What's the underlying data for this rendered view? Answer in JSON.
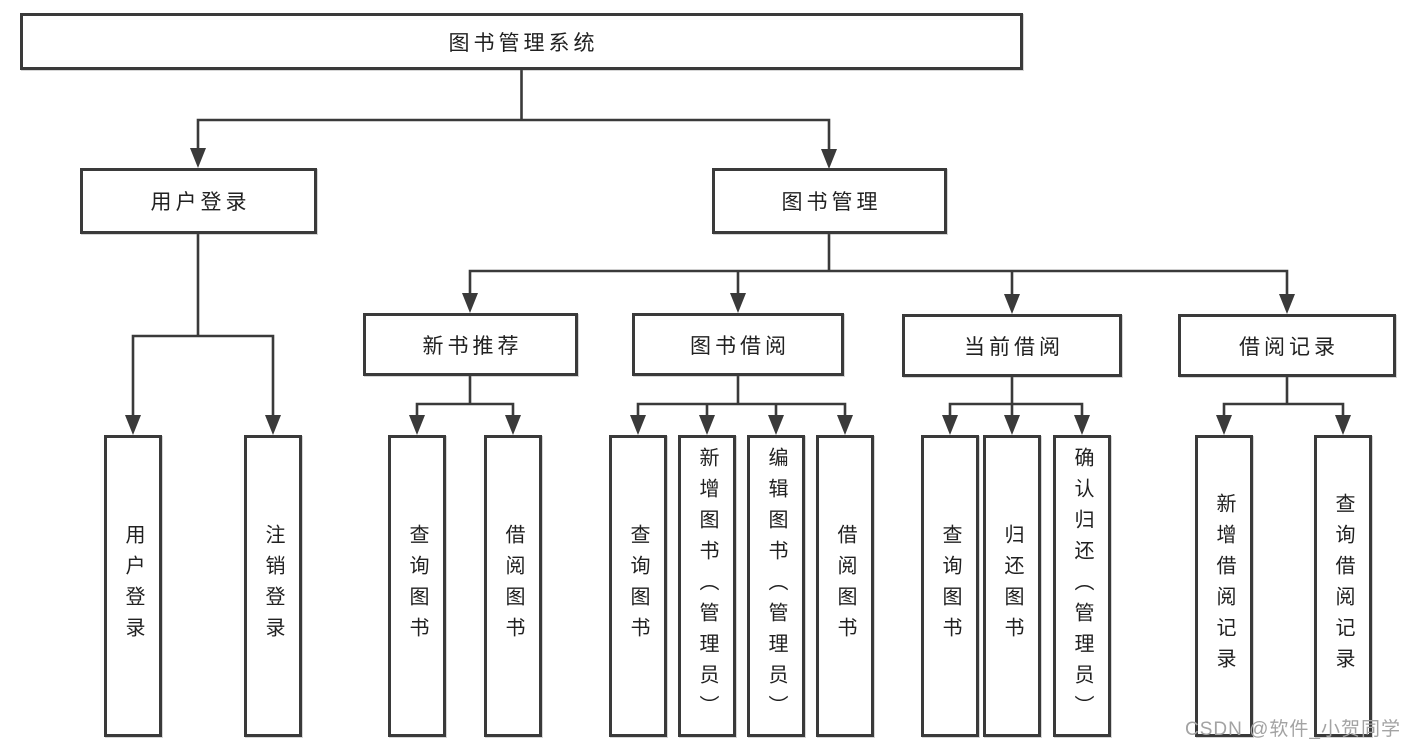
{
  "tree": {
    "root": {
      "label": "图书管理系统"
    },
    "level2": [
      {
        "label": "用户登录",
        "leaves": [
          "用户登录",
          "注销登录"
        ]
      },
      {
        "label": "图书管理"
      }
    ],
    "level3": [
      {
        "label": "新书推荐",
        "leaves": [
          "查询图书",
          "借阅图书"
        ]
      },
      {
        "label": "图书借阅",
        "leaves": [
          "查询图书",
          "新增图书（管理员）",
          "编辑图书（管理员）",
          "借阅图书"
        ]
      },
      {
        "label": "当前借阅",
        "leaves": [
          "查询图书",
          "归还图书",
          "确认归还（管理员）"
        ]
      },
      {
        "label": "借阅记录",
        "leaves": [
          "新增借阅记录",
          "查询借阅记录"
        ]
      }
    ]
  },
  "watermark": {
    "text": "CSDN @软件_小贺同学"
  },
  "colors": {
    "line": "#3a3a3a",
    "node_border": "#3a3a3a",
    "text": "#212121",
    "watermark": "#a3a3a3",
    "background": "#ffffff"
  }
}
